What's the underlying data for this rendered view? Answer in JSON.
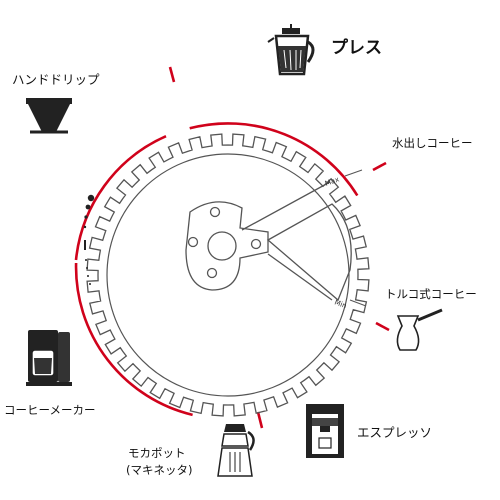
{
  "methods": {
    "press": "プレス",
    "hand_drip": "ハンドドリップ",
    "cold_brew": "水出しコーヒー",
    "turkish": "トルコ式コーヒー",
    "coffee_maker": "コーヒーメーカー",
    "espresso": "エスプレッソ",
    "moka_line1": "モカポット",
    "moka_line2": "(マキネッタ)"
  },
  "dial": {
    "max_label": "Max",
    "min_label": "Min"
  },
  "colors": {
    "arc": "#d0021b",
    "ink": "#222222",
    "gear": "#555555"
  },
  "icons": [
    "french-press-icon",
    "dripper-icon",
    "turkish-pot-icon",
    "coffee-maker-icon",
    "espresso-machine-icon",
    "moka-pot-icon"
  ]
}
